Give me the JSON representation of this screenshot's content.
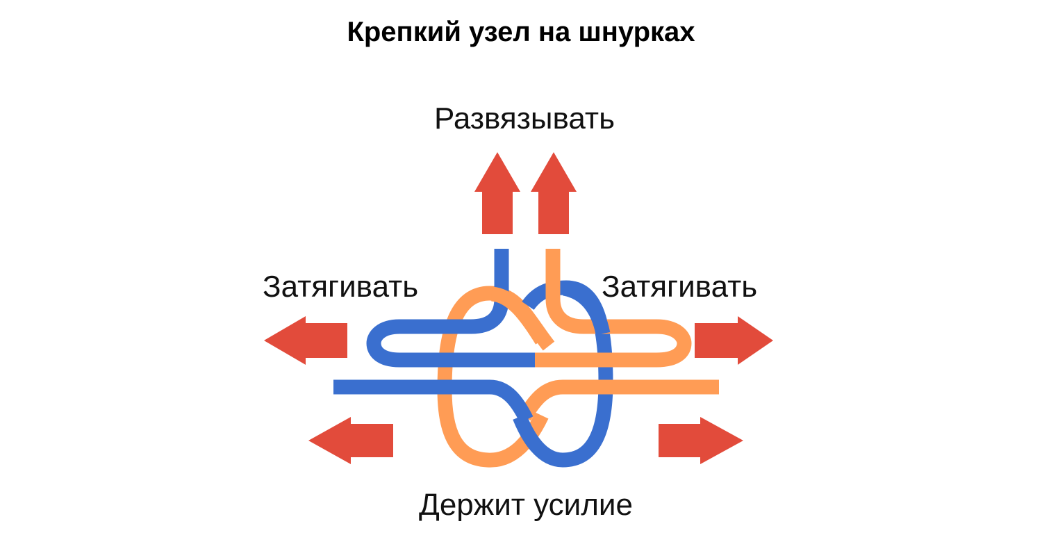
{
  "title": "Крепкий узел на шнурках",
  "labels": {
    "untie": "Развязывать",
    "tighten_left": "Затягивать",
    "tighten_right": "Затягивать",
    "holds": "Держит усилие"
  },
  "colors": {
    "arrow": "#e24b3b",
    "lace_blue": "#3a6fcf",
    "lace_orange": "#ff9c55",
    "text": "#000000",
    "background": "#ffffff"
  }
}
